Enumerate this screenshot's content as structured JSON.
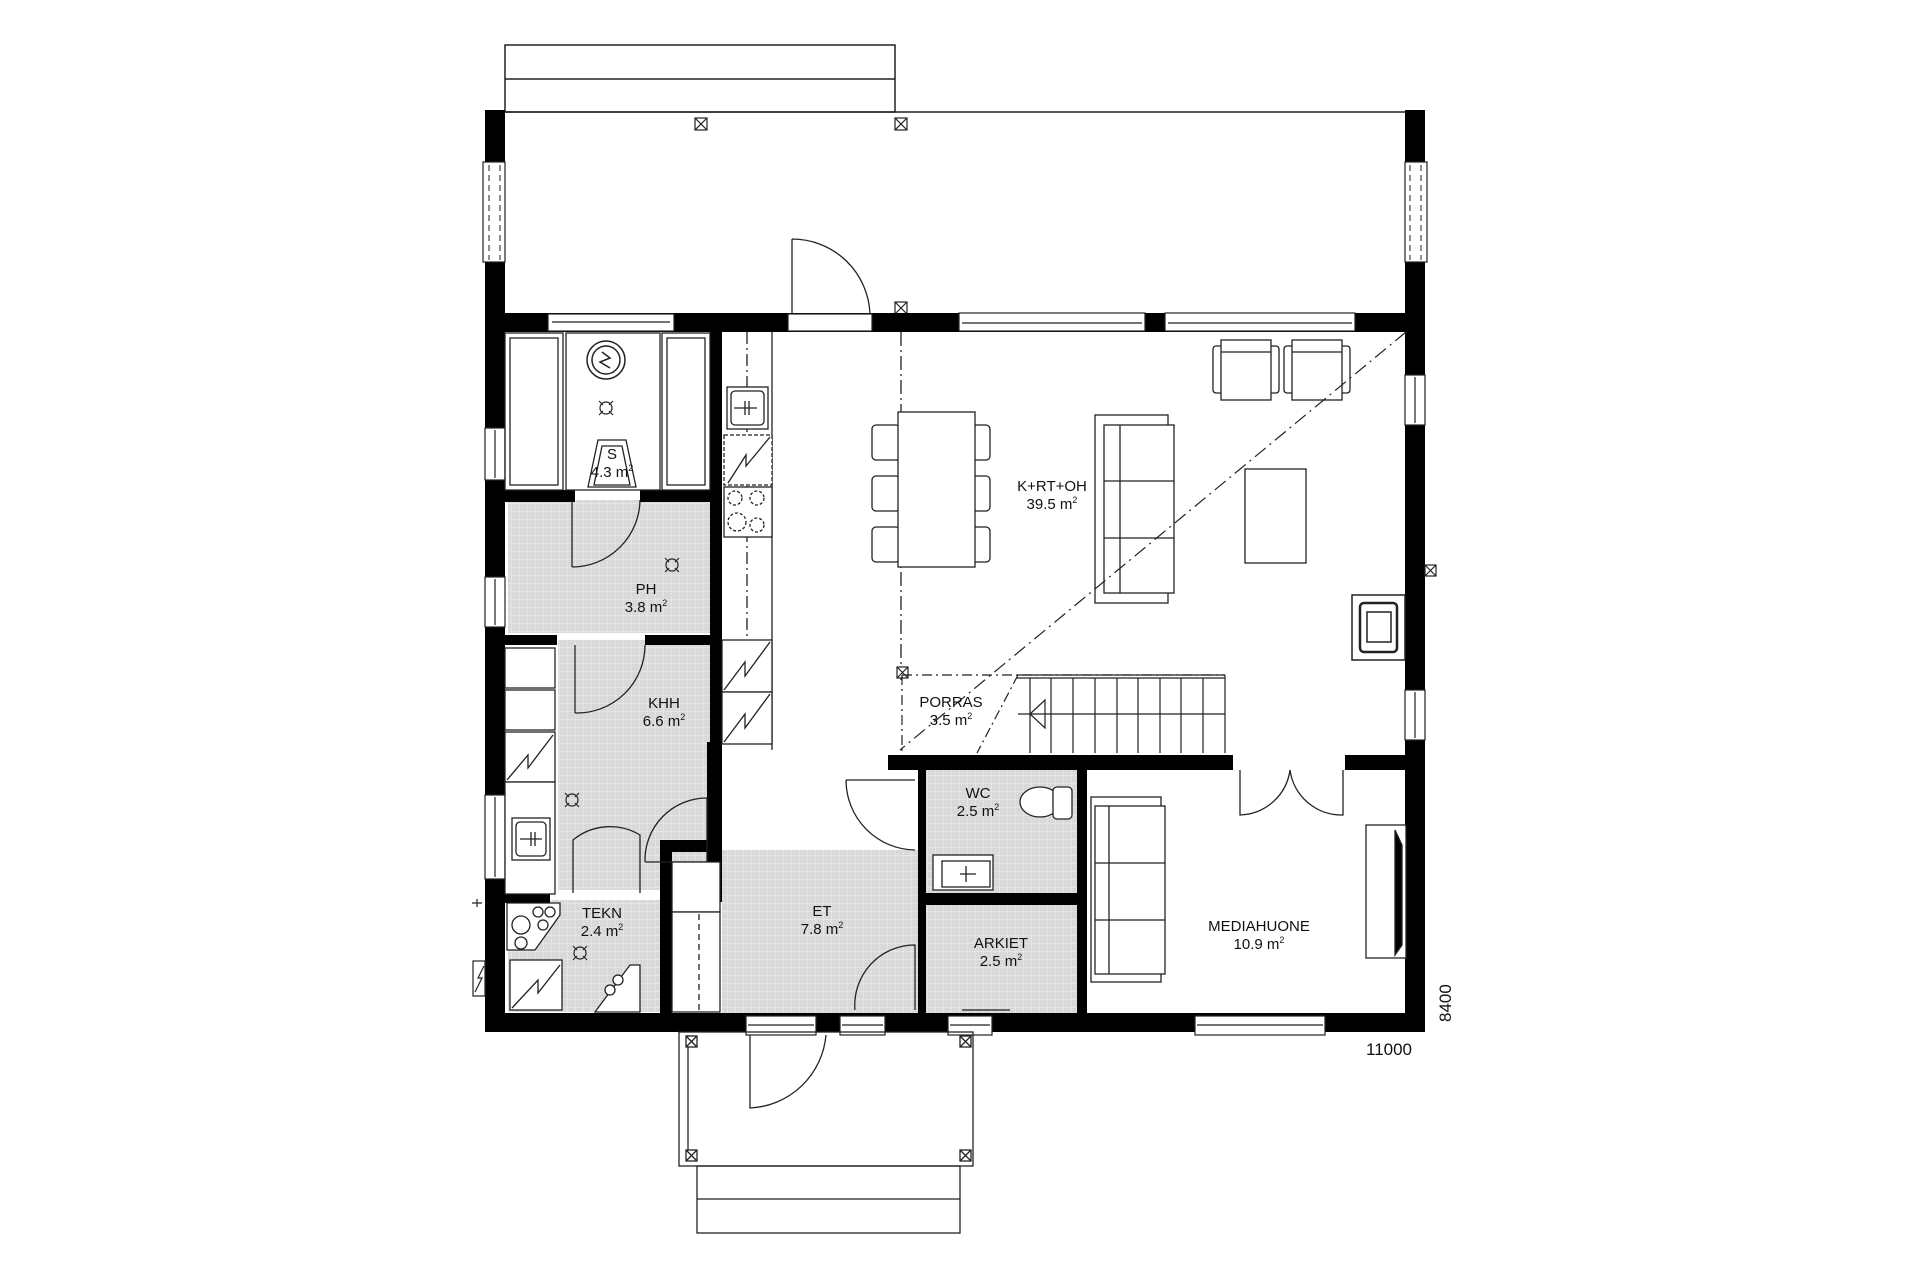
{
  "plan": {
    "type": "floor plan",
    "colors": {
      "wall": "#000000",
      "wet_floor": "#dcdcdc",
      "line": "#111111",
      "background": "#ffffff"
    },
    "rooms": [
      {
        "id": "sauna",
        "name": "S",
        "area": "4.3",
        "unit": "m"
      },
      {
        "id": "ph",
        "name": "PH",
        "area": "3.8",
        "unit": "m"
      },
      {
        "id": "khh",
        "name": "KHH",
        "area": "6.6",
        "unit": "m"
      },
      {
        "id": "tekn",
        "name": "TEKN",
        "area": "2.4",
        "unit": "m"
      },
      {
        "id": "et",
        "name": "ET",
        "area": "7.8",
        "unit": "m"
      },
      {
        "id": "wc",
        "name": "WC",
        "area": "2.5",
        "unit": "m"
      },
      {
        "id": "arkiet",
        "name": "ARKIET",
        "area": "2.5",
        "unit": "m"
      },
      {
        "id": "porras",
        "name": "PORRAS",
        "area": "3.5",
        "unit": "m"
      },
      {
        "id": "krtoh",
        "name": "K+RT+OH",
        "area": "39.5",
        "unit": "m"
      },
      {
        "id": "media",
        "name": "MEDIAHUONE",
        "area": "10.9",
        "unit": "m"
      }
    ],
    "dimensions": {
      "width": "11000",
      "depth": "8400"
    },
    "area_exponent": "2"
  }
}
